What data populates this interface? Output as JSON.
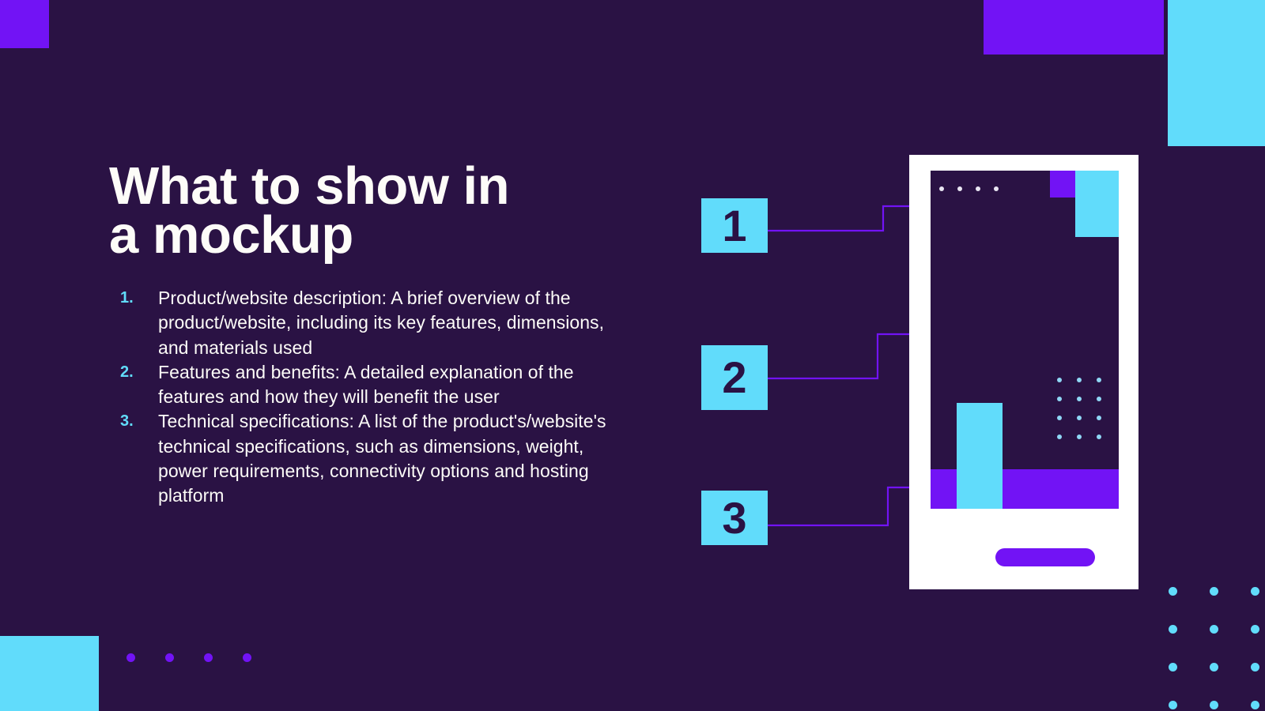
{
  "slide": {
    "background_color": "#2a1244",
    "accent_cyan": "#61dcfb",
    "accent_purple": "#7213f5",
    "text_color": "#fdfcf8"
  },
  "title": {
    "line1": "What to show in",
    "line2": "a mockup",
    "full": "What to show in a mockup"
  },
  "list": {
    "items": [
      {
        "number": "1.",
        "text": "Product/website description: A brief overview of the product/website, including its key features, dimensions, and materials used"
      },
      {
        "number": "2.",
        "text": "Features and benefits: A detailed explanation of the features and how they will benefit the user"
      },
      {
        "number": "3.",
        "text": "Technical specifications: A list of the product's/website's technical specifications, such as dimensions, weight, power requirements, connectivity options and hosting platform"
      }
    ]
  },
  "callouts": {
    "badges": [
      {
        "label": "1"
      },
      {
        "label": "2"
      },
      {
        "label": "3"
      }
    ]
  },
  "mockup": {
    "device": "phone",
    "home_indicator": "",
    "screen_elements": [
      "status-dots",
      "purple-square",
      "cyan-rectangle",
      "cyan-bar",
      "purple-band",
      "dot-grid"
    ]
  },
  "decorations": {
    "top_left_square": "",
    "top_purple_rect": "",
    "top_right_cyan_rect": "",
    "bottom_left_cyan_rect": "",
    "bottom_dot_row_count": 4,
    "bottom_right_dot_grid": "3x4"
  }
}
